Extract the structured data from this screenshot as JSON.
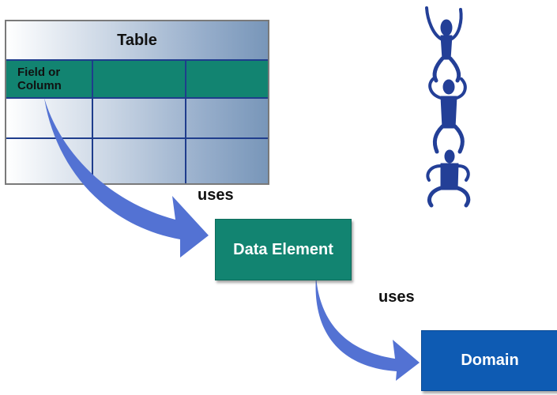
{
  "table": {
    "title": "Table",
    "field_label_line1": "Field or",
    "field_label_line2": "Column",
    "header_color": "#128471",
    "grid_color": "#1f3d8c"
  },
  "data_element": {
    "label": "Data Element",
    "color": "#128471"
  },
  "domain": {
    "label": "Domain",
    "color": "#0e5bb3"
  },
  "connectors": [
    {
      "label": "uses",
      "from": "Field or Column",
      "to": "Data Element"
    },
    {
      "label": "uses",
      "from": "Data Element",
      "to": "Domain"
    }
  ],
  "arrow_color": "#5372d3",
  "figure_color": "#233f97",
  "icons": {
    "mascot": "stacked-people-icon"
  }
}
